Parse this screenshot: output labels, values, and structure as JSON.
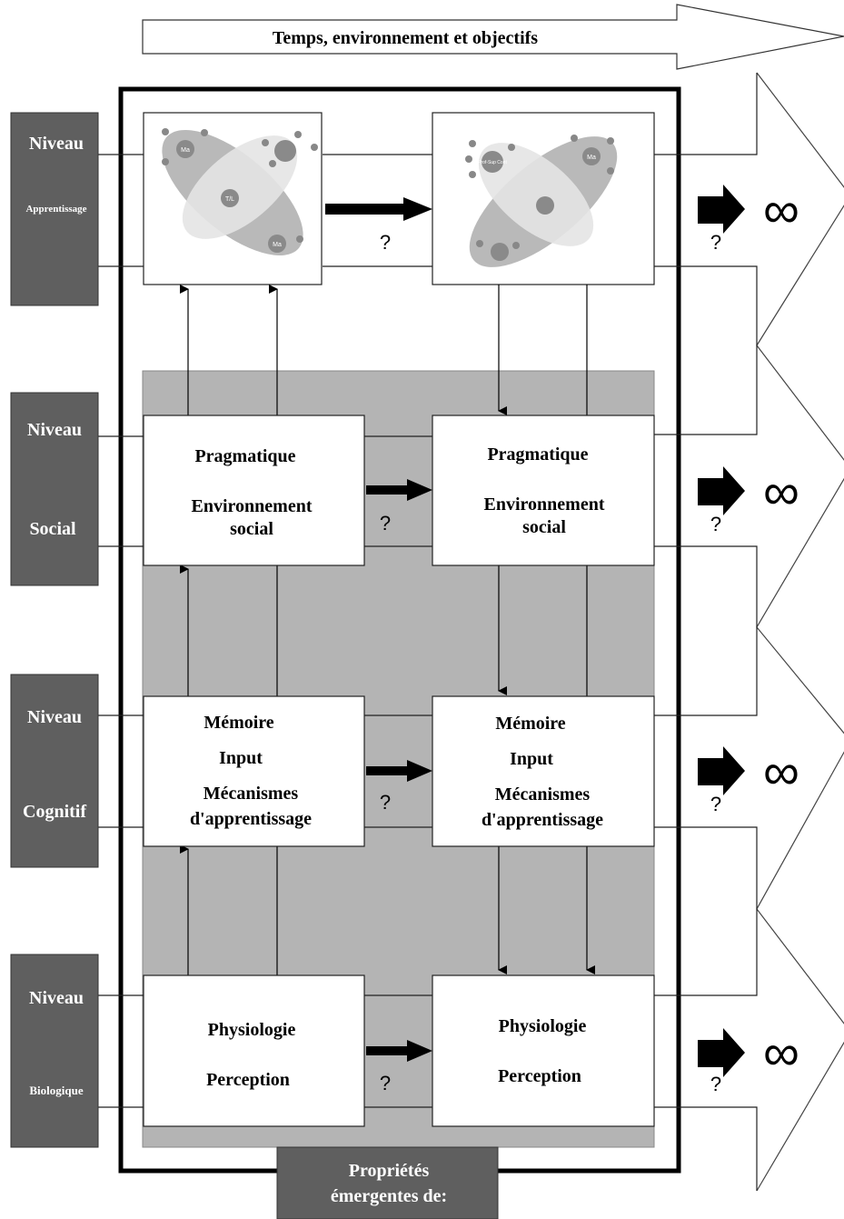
{
  "header_arrow": {
    "label": "Temps, environnement et objectifs"
  },
  "levels": [
    {
      "id": "apprentissage",
      "title": "Niveau",
      "subtitle": "Apprentissage"
    },
    {
      "id": "social",
      "title": "Niveau",
      "subtitle": "Social"
    },
    {
      "id": "cognitif",
      "title": "Niveau",
      "subtitle": "Cognitif"
    },
    {
      "id": "biologique",
      "title": "Niveau",
      "subtitle": "Biologique"
    }
  ],
  "boxes": {
    "social_left": {
      "line1": "Pragmatique",
      "line2": "Environnement",
      "line3": "social"
    },
    "social_right": {
      "line1": "Pragmatique",
      "line2": "Environnement",
      "line3": "social"
    },
    "cognitif_left": {
      "line1": "Mémoire",
      "line2": "Input",
      "line3": "Mécanismes",
      "line4": "d'apprentissage"
    },
    "cognitif_right": {
      "line1": "Mémoire",
      "line2": "Input",
      "line3": "Mécanismes",
      "line4": "d'apprentissage"
    },
    "bio_left": {
      "line1": "Physiologie",
      "line2": "Perception"
    },
    "bio_right": {
      "line1": "Physiologie",
      "line2": "Perception"
    }
  },
  "learning_model": {
    "nodes": [
      "Ma",
      "T/L",
      "Ma",
      "Prof-Sup Cont",
      "Ma"
    ]
  },
  "transition_mark": "?",
  "infinity_symbol": "∞",
  "emergent_label": {
    "line1": "Propriétés",
    "line2": "émergentes de:"
  },
  "colors": {
    "level_box": "#5f5f5f",
    "gray_panel": "#b4b4b4",
    "ellipse_dark": "#b9b9b9",
    "ellipse_light": "#e4e4e4",
    "node": "#8a8a8a"
  }
}
